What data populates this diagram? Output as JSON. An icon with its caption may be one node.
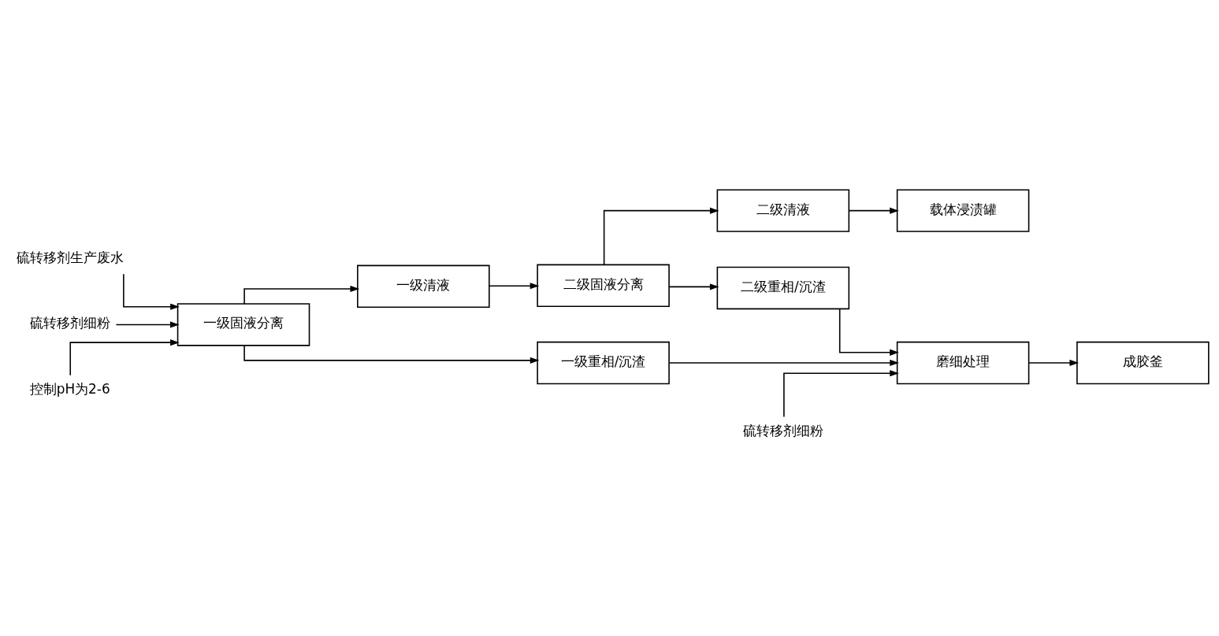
{
  "diagram": {
    "nodes": [
      {
        "text": [
          "硫转移剂生产废水"
        ]
      },
      {
        "text": [
          "硫转移剂细粉"
        ]
      },
      {
        "text": [
          "控制pH为2-6"
        ]
      },
      {
        "text": [
          "一级固液分离"
        ]
      },
      {
        "text": [
          "一级清液"
        ]
      },
      {
        "text": [
          "一级重相/沉渣"
        ]
      },
      {
        "text": [
          "二级固液分离"
        ]
      },
      {
        "text": [
          "二级清液"
        ]
      },
      {
        "text": [
          "载体浸渍罐"
        ]
      },
      {
        "text": [
          "二级重相/沉渣"
        ]
      },
      {
        "text": [
          "磨细处理"
        ]
      },
      {
        "text": [
          "硫转移剂细粉"
        ]
      },
      {
        "text": [
          "成胶釜"
        ]
      }
    ],
    "edges": [
      {
        "from": 0,
        "to": 3,
        "arrow": "to"
      },
      {
        "from": 1,
        "to": 3,
        "arrow": "to"
      },
      {
        "from": 2,
        "to": 3,
        "arrow": "to"
      },
      {
        "from": 3,
        "to": 4,
        "arrow": "to"
      },
      {
        "from": 3,
        "to": 5,
        "arrow": "to"
      },
      {
        "from": 4,
        "to": 6,
        "arrow": "to"
      },
      {
        "from": 6,
        "to": 7,
        "arrow": "to"
      },
      {
        "from": 7,
        "to": 8,
        "arrow": "to"
      },
      {
        "from": 6,
        "to": 9,
        "arrow": "to"
      },
      {
        "from": 5,
        "to": 10,
        "arrow": "to"
      },
      {
        "from": 9,
        "to": 10,
        "arrow": "to"
      },
      {
        "from": 11,
        "to": 10,
        "arrow": "to"
      },
      {
        "from": 10,
        "to": 12,
        "arrow": "to"
      }
    ]
  }
}
